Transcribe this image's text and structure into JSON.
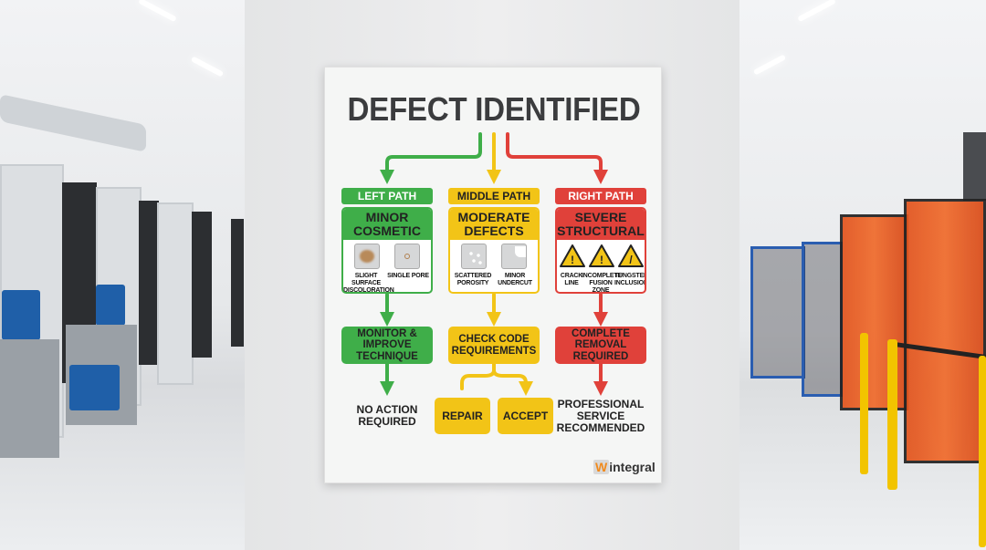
{
  "poster": {
    "title": "DEFECT IDENTIFIED",
    "colors": {
      "left": "#3fae49",
      "middle": "#f2c417",
      "right": "#e0413a"
    },
    "paths": [
      {
        "header": "LEFT PATH",
        "category": "MINOR COSMETIC",
        "items": [
          "SLIGHT SURFACE DISCOLORATION",
          "SINGLE PORE"
        ],
        "action": "MONITOR & IMPROVE TECHNIQUE",
        "outcome": "NO ACTION REQUIRED"
      },
      {
        "header": "MIDDLE PATH",
        "category": "MODERATE DEFECTS",
        "items": [
          "SCATTERED POROSITY",
          "MINOR UNDERCUT"
        ],
        "action": "CHECK CODE REQUIREMENTS",
        "outcomes": [
          "REPAIR",
          "ACCEPT"
        ]
      },
      {
        "header": "RIGHT PATH",
        "category": "SEVERE STRUCTURAL",
        "items": [
          "CRACK LINE",
          "INCOMPLETE FUSION ZONE",
          "TUNGSTEN INCLUSION"
        ],
        "item_icon": "warning-triangle-icon",
        "action": "COMPLETE REMOVAL REQUIRED",
        "outcome": "PROFESSIONAL SERVICE RECOMMENDED"
      }
    ],
    "logo": "Wintegral"
  }
}
